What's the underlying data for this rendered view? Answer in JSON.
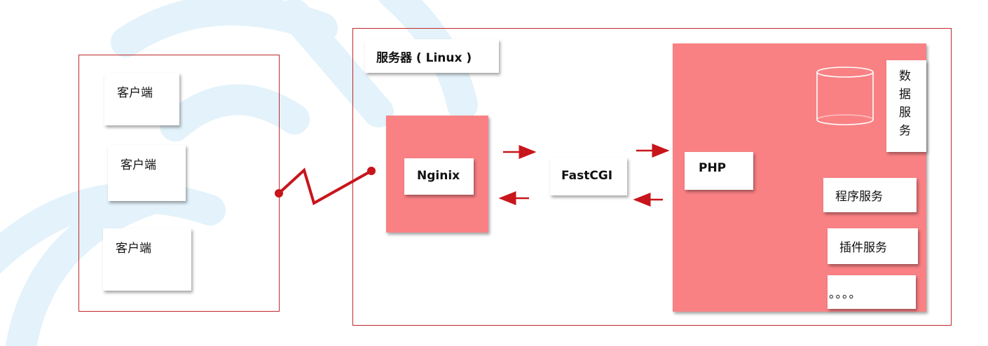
{
  "client": {
    "items": [
      "客户端",
      "客户端",
      "客户端"
    ]
  },
  "server": {
    "label": "服务器 ( Linux )",
    "nginx": "Nginix",
    "fastcgi": "FastCGI",
    "php": "PHP",
    "data_service": "数据服务",
    "program_service": "程序服务",
    "plugin_service": "插件服务",
    "more": "。。。。"
  },
  "colors": {
    "frame": "#c0282b",
    "block": "#f98184",
    "watermark": "#e3f2fb"
  }
}
